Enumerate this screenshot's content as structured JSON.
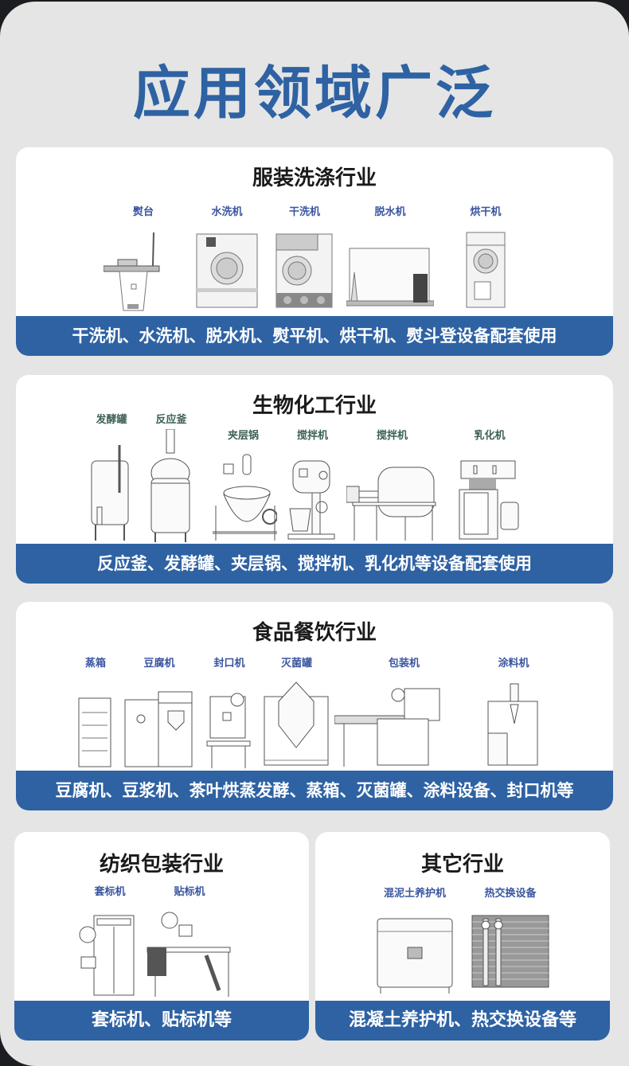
{
  "page_title": "应用领域广泛",
  "colors": {
    "accent": "#2e62a3",
    "background": "#e5e5e5",
    "frame": "#1c1d21",
    "card": "#ffffff"
  },
  "sections": [
    {
      "title": "服装洗涤行业",
      "machines": [
        "熨台",
        "水洗机",
        "干洗机",
        "脱水机",
        "烘干机"
      ],
      "banner": "干洗机、水洗机、脱水机、熨平机、烘干机、熨斗登设备配套使用"
    },
    {
      "title": "生物化工行业",
      "machines": [
        "发酵罐",
        "反应釜",
        "夹层锅",
        "搅拌机",
        "搅拌机",
        "乳化机"
      ],
      "banner": "反应釜、发酵罐、夹层锅、搅拌机、乳化机等设备配套使用"
    },
    {
      "title": "食品餐饮行业",
      "machines": [
        "蒸箱",
        "豆腐机",
        "封口机",
        "灭菌罐",
        "包装机",
        "涂料机"
      ],
      "banner": "豆腐机、豆浆机、茶叶烘蒸发酵、蒸箱、灭菌罐、涂料设备、封口机等"
    },
    {
      "title": "纺织包装行业",
      "machines": [
        "套标机",
        "贴标机"
      ],
      "banner": "套标机、贴标机等"
    },
    {
      "title": "其它行业",
      "machines": [
        "混泥土养护机",
        "热交换设备"
      ],
      "banner": "混凝土养护机、热交换设备等"
    }
  ]
}
